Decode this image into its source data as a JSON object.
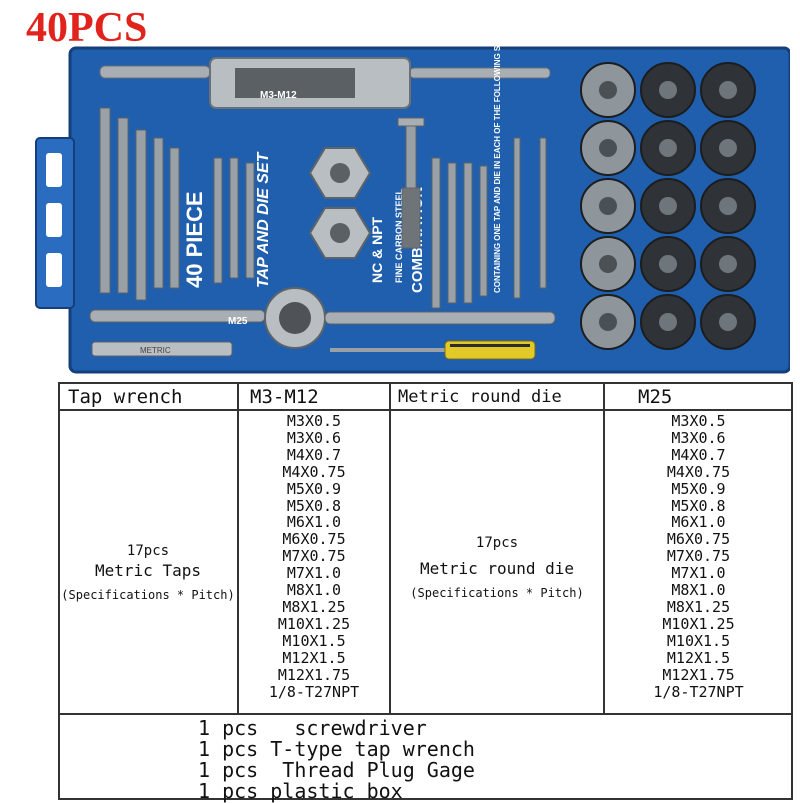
{
  "title": "40PCS",
  "box": {
    "wrench_label": "M3-M12",
    "small_wrench_label": "M25",
    "panel_main": "TAP AND DIE SET",
    "panel_count": "40 PIECE",
    "panel_side": "COMBINATION",
    "panel_note": "CONTAINING ONE TAP AND DIE IN EACH OF THE FOLLOWING SIZES",
    "panel_steel": "FINE CARBON STEEL",
    "panel_npt": "NC & NPT",
    "bar_label": "METRIC"
  },
  "table": {
    "headers": [
      "Tap wrench",
      "M3-M12",
      "Metric round die",
      "M25"
    ],
    "taps": {
      "count": "17pcs",
      "name": "Metric Taps",
      "note": "(Specifications * Pitch)"
    },
    "dies": {
      "count": "17pcs",
      "name": "Metric round die",
      "note": "(Specifications * Pitch)"
    },
    "tap_sizes": [
      "M3X0.5",
      "M3X0.6",
      "M4X0.7",
      "M4X0.75",
      "M5X0.9",
      "M5X0.8",
      "M6X1.0",
      "M6X0.75",
      "M7X0.75",
      "M7X1.0",
      "M8X1.0",
      "M8X1.25",
      "M10X1.25",
      "M10X1.5",
      "M12X1.5",
      "M12X1.75",
      "1/8-T27NPT"
    ],
    "die_sizes": [
      "M3X0.5",
      "M3X0.6",
      "M4X0.7",
      "M4X0.75",
      "M5X0.9",
      "M5X0.8",
      "M6X1.0",
      "M6X0.75",
      "M7X0.75",
      "M7X1.0",
      "M8X1.0",
      "M8X1.25",
      "M10X1.25",
      "M10X1.5",
      "M12X1.5",
      "M12X1.75",
      "1/8-T27NPT"
    ],
    "extras": [
      "1 pcs   screwdriver",
      "1 pcs T-type tap wrench",
      "1 pcs  Thread Plug Gage",
      "1 pcs plastic box"
    ]
  },
  "colors": {
    "title": "#e0231c",
    "box_blue": "#1f5fae",
    "box_dark": "#163f7a",
    "metal": "#9aa1a6",
    "die_dark": "#2a2d30"
  }
}
